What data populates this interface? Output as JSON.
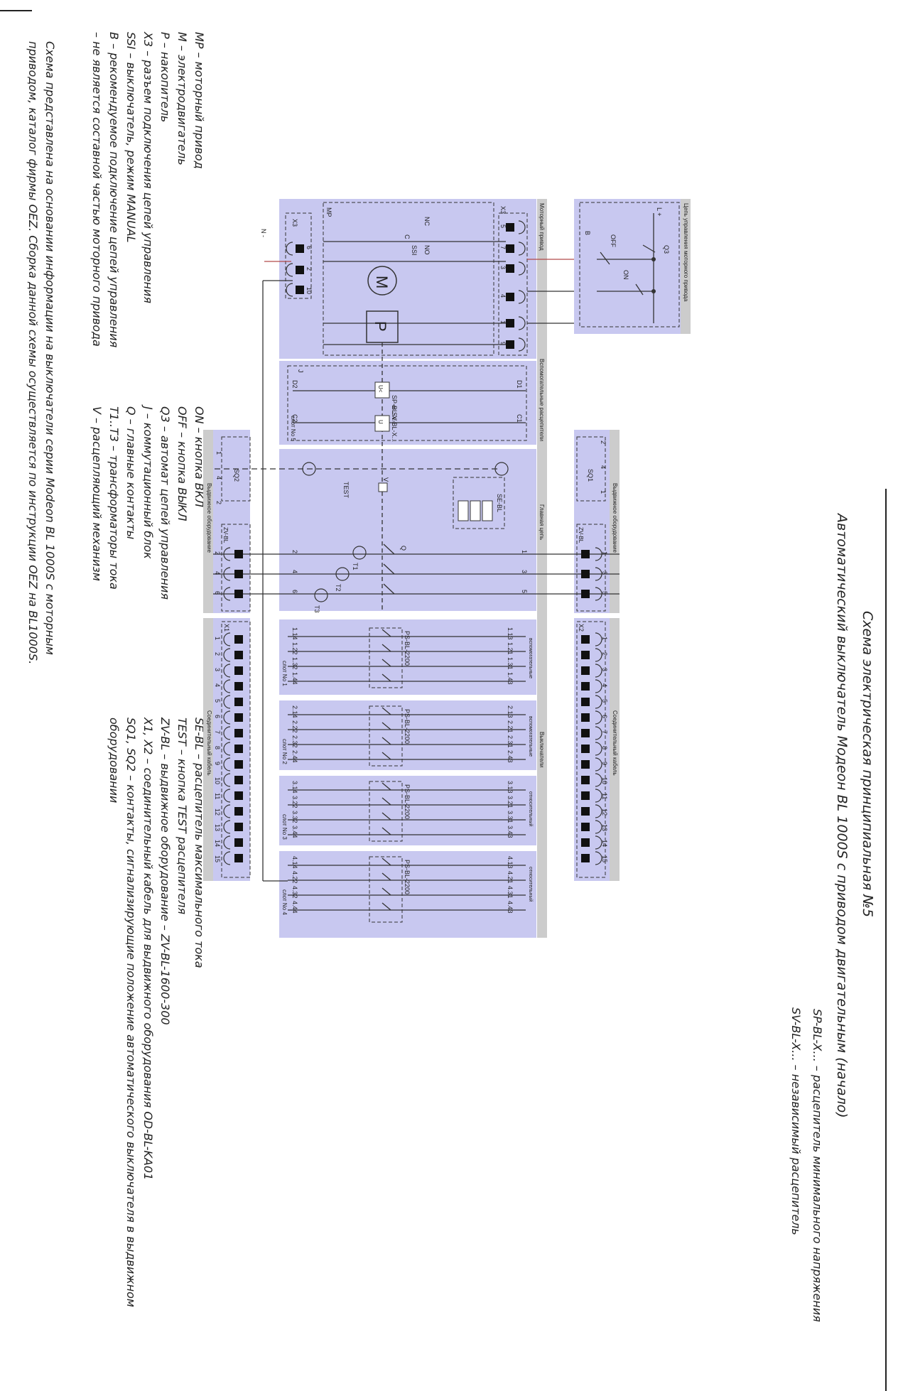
{
  "title": {
    "line1": "Схема электрическая принципиальная №5",
    "line2": "Автоматический выключатель Модеон BL 1000S с приводом двигательным (начало)"
  },
  "legend_top": [
    "SP-BL-X... – расцепитель минимального напряжения",
    "SV-BL-X... – независимый расцепитель"
  ],
  "legend_col1": [
    "MP – моторный привод",
    "M – электродвигатель",
    "P – накопитель",
    "X3 – разъем подключения цепей управления",
    "SSI – выключатель, режим MANUAL",
    "B – рекомендуемое подключение цепей управления",
    "– не является составной частью моторного привода"
  ],
  "legend_col2": [
    "ON – кнопка ВКЛ",
    "OFF – кнопка ВЫКЛ",
    "Q3 – автомат цепей управления",
    "J – коммутационный блок",
    "Q – главные контакты",
    "T1..T3 – трансформаторы тока",
    "V – расцепляющий механизм"
  ],
  "legend_col3": [
    "SE-BL – расцепитель максимального тока",
    "TEST – кнопка TEST расцепителя",
    "ZV-BL – выдвижное оборудование – ZV-BL-1600-300",
    "X1, X2 – соединительный кабель для выдвижного оборудования OD-BL-KA01",
    "SQ1, SQ2 – контакты, сигнализирующие положение автоматического выключателя в выдвижном",
    "оборудовании"
  ],
  "note": [
    "Схема представлена на основании информации на выключатели серии Modeon BL 1000S с моторным",
    "приводом, каталог фирмы OEZ. Сборка данной схемы осуществляется по инструкции OEZ на BL1000S."
  ],
  "diagram": {
    "sections": {
      "control_circuit": "Цепь управления моторного привода",
      "motor_drive": "Моторный привод",
      "aux_releases": "Вспомогательные расцепители",
      "main_circuit": "Главная цепь",
      "switches": "Выключатели",
      "drawout_right": "Выдвижное оборудование",
      "drawout_left": "Выдвижное оборудование",
      "cable_right": "Соединительный кабель",
      "cable_left": "Соединительный кабель"
    },
    "labels": {
      "l_plus": "L +",
      "n_minus": "N -",
      "q3": "Q3",
      "off": "OFF",
      "on": "ON",
      "b": "B",
      "mp": "MP",
      "x3": "X3",
      "nc": "NC",
      "no": "NO",
      "c": "C",
      "ssi": "SSI",
      "motor": "M",
      "accumulator": "P",
      "j": "J",
      "d1": "D1",
      "d2": "D2",
      "c1": "C1",
      "c2": "C2",
      "sp_release": "SP-BL-X...",
      "sv_release": "SV-BL-X...",
      "or": "or",
      "u_min": "U<",
      "u": "U",
      "slot5": "слот No 5",
      "v": "V",
      "test": "TEST",
      "se_bl": "SE-BL",
      "q": "Q",
      "t1": "T1",
      "t2": "T2",
      "t3": "T3",
      "so1": "SQ1",
      "so2": "SQ2",
      "zv_bl": "ZV-BL",
      "x1": "X1",
      "x2": "X2",
      "ps_bl": "PS-BL-2200",
      "aux_label": "вспомогательные",
      "rel_label": "относительный"
    },
    "x3_pins_top": [
      "5",
      "7",
      "3",
      "4",
      "1",
      "9"
    ],
    "x3_pins_bottom": [
      "6",
      "2",
      "10"
    ],
    "main_terminals_top": [
      "1",
      "3",
      "5"
    ],
    "main_terminals_bottom": [
      "2",
      "4",
      "6"
    ],
    "so_pins_top": [
      "2",
      "4",
      "1"
    ],
    "so_pins_bottom": [
      "1",
      "4",
      "2"
    ],
    "cable_pins": [
      "1",
      "2",
      "3",
      "4",
      "5",
      "6",
      "7",
      "8",
      "9",
      "10",
      "11",
      "12",
      "13",
      "14",
      "15"
    ],
    "slots": [
      {
        "name": "слот No 1",
        "right": [
          "1.13",
          "1.21",
          "1.31",
          "1.43"
        ],
        "left": [
          "1.14",
          "1.22",
          "1.32",
          "1.44"
        ]
      },
      {
        "name": "слот No 2",
        "right": [
          "2.13",
          "2.21",
          "2.31",
          "2.43"
        ],
        "left": [
          "2.14",
          "2.22",
          "2.32",
          "2.44"
        ]
      },
      {
        "name": "слот No 3",
        "right": [
          "3.13",
          "3.21",
          "3.31",
          "3.43"
        ],
        "left": [
          "3.14",
          "3.22",
          "3.32",
          "3.44"
        ]
      },
      {
        "name": "слот No 4",
        "right": [
          "4.13",
          "4.21",
          "4.31",
          "4.43"
        ],
        "left": [
          "4.14",
          "4.22",
          "4.32",
          "4.44"
        ]
      }
    ]
  },
  "colors": {
    "panel": "#c8c8f0",
    "panel_dark": "#b4b4e6",
    "strip": "#cccccc",
    "line": "#333333",
    "wire_red": "#b24a4a"
  }
}
